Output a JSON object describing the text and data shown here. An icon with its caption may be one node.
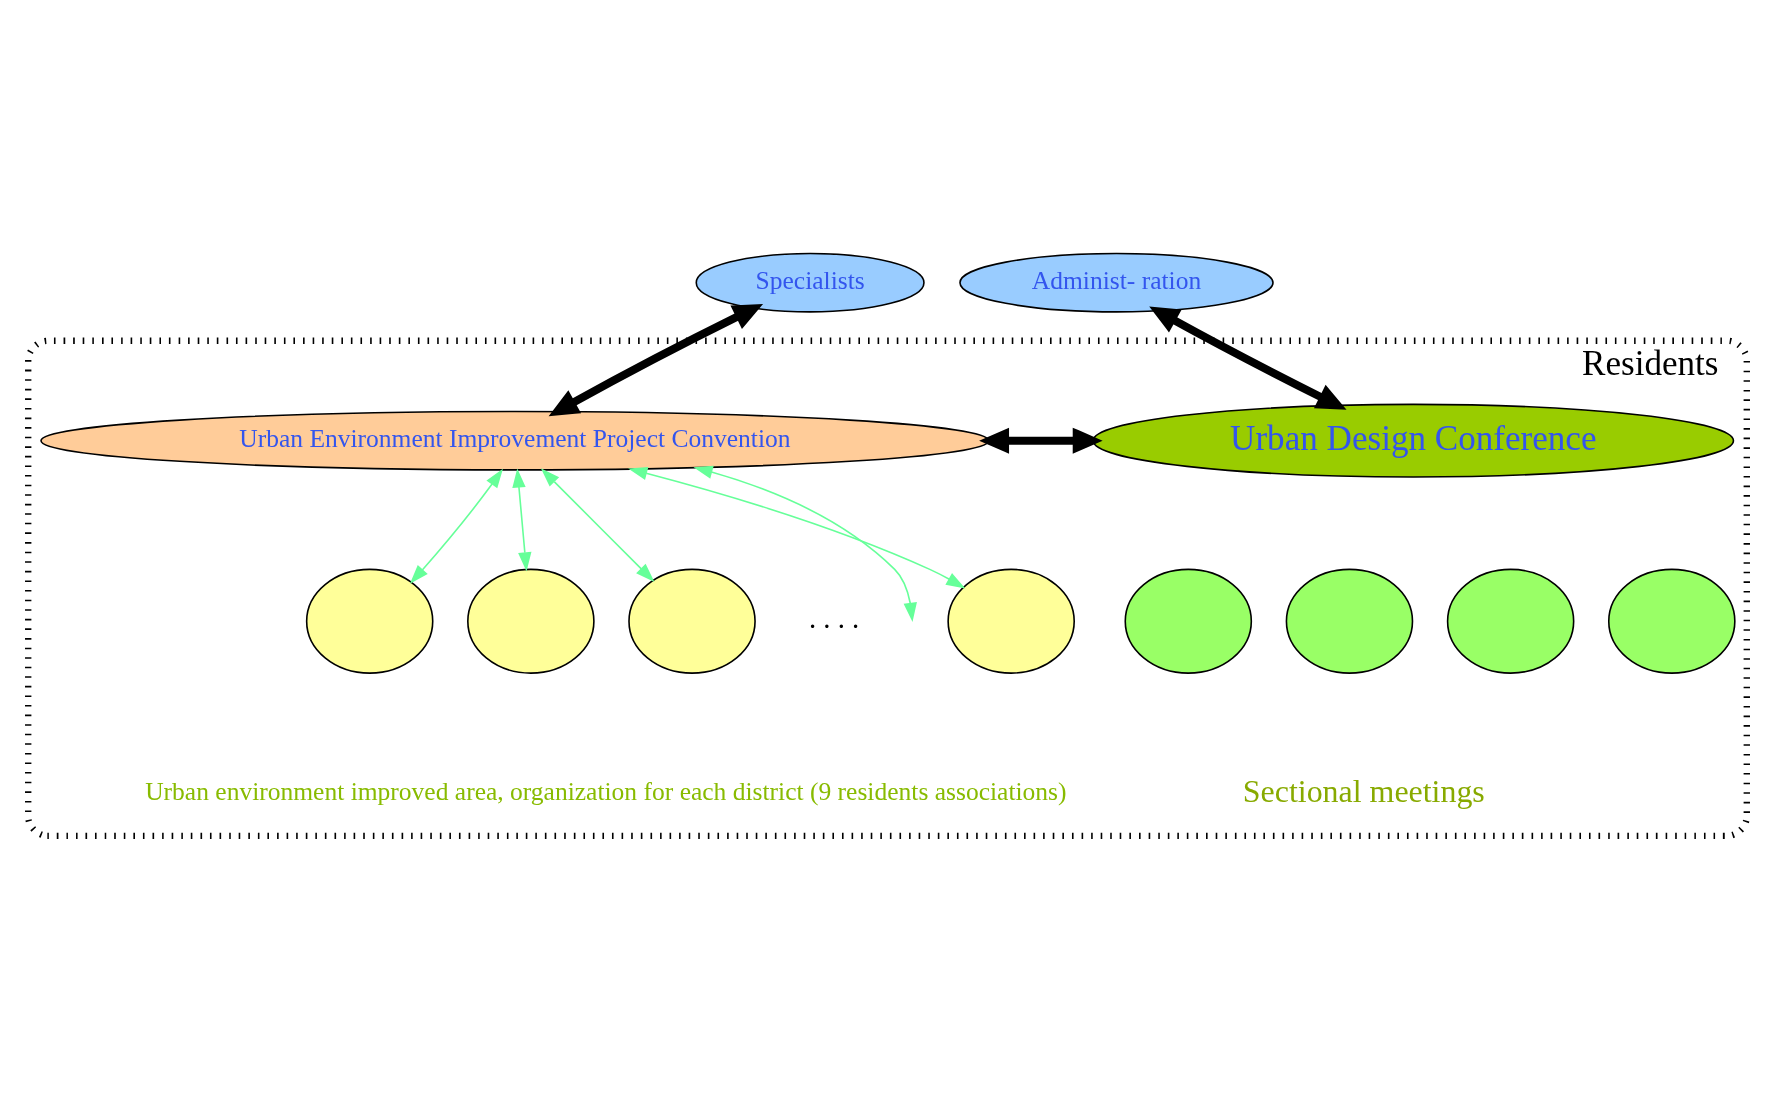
{
  "diagram": {
    "nodes": [
      {
        "text": [
          "Residents"
        ]
      },
      {
        "text": [
          "Specialists"
        ]
      },
      {
        "text": [
          "Administ- ration"
        ]
      },
      {
        "text": [
          "Urban Environment Improvement Project Convention"
        ],
        "in": 0
      },
      {
        "text": [
          "Urban Design Conference"
        ],
        "in": 0
      },
      {
        "text": [],
        "shape": "circle",
        "in": 0
      },
      {
        "text": [],
        "shape": "circle",
        "in": 0
      },
      {
        "text": [],
        "shape": "circle",
        "in": 0
      },
      {
        "text": [],
        "shape": "circle",
        "in": 0
      },
      {
        "text": [],
        "shape": "circle",
        "in": 0
      },
      {
        "text": [],
        "shape": "circle",
        "in": 0
      },
      {
        "text": [],
        "shape": "circle",
        "in": 0
      },
      {
        "text": [],
        "shape": "circle",
        "in": 0
      }
    ],
    "edges": [
      {
        "from": 3,
        "to": 1,
        "arrow": "both",
        "style": "thick",
        "color": "#000000"
      },
      {
        "from": 4,
        "to": 2,
        "arrow": "both",
        "style": "thick",
        "color": "#000000"
      },
      {
        "from": 3,
        "to": 4,
        "arrow": "both",
        "style": "thick",
        "color": "#000000"
      },
      {
        "from": 3,
        "to": 5,
        "arrow": "both"
      },
      {
        "from": 3,
        "to": 6,
        "arrow": "both"
      },
      {
        "from": 3,
        "to": 7,
        "arrow": "both"
      },
      {
        "from": 3,
        "to": null,
        "arrow": "both"
      },
      {
        "from": 3,
        "to": 8,
        "arrow": "both"
      }
    ],
    "labels": [
      ". . . .",
      "Sectional meetings",
      "Urban environment improved area, organization for each district (9 residents associations)"
    ]
  }
}
